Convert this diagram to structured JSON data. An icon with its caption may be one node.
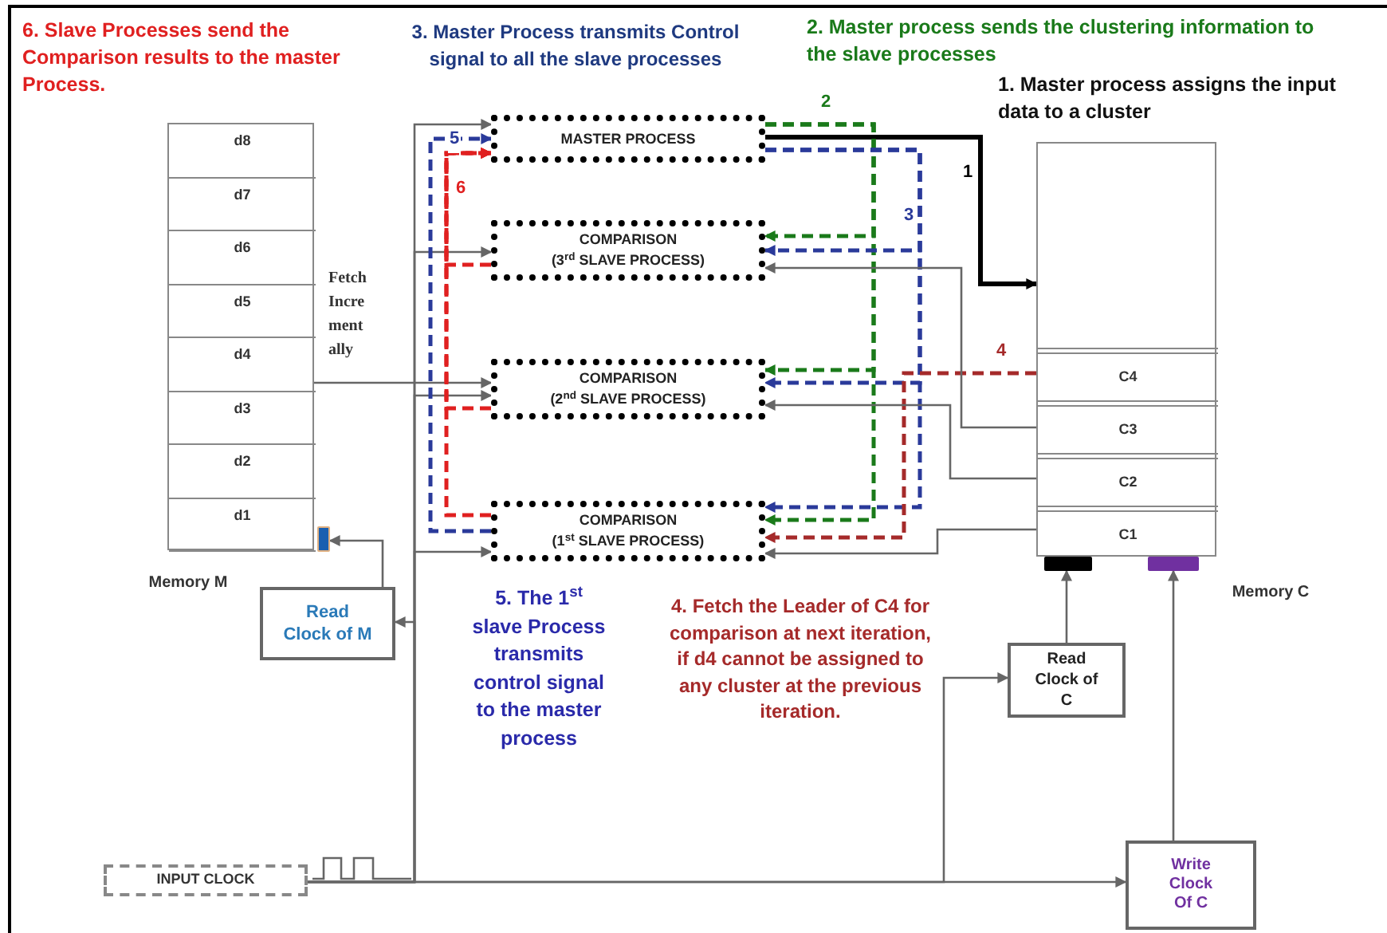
{
  "diagram": {
    "nodes": [
      {
        "text": [],
        "shape": "box",
        "beside": [
          "Memory M"
        ]
      },
      {
        "text": [
          "d8"
        ],
        "in": 0
      },
      {
        "text": [
          "d7"
        ],
        "in": 0
      },
      {
        "text": [
          "d6"
        ],
        "in": 0
      },
      {
        "text": [
          "d5"
        ],
        "in": 0
      },
      {
        "text": [
          "d4"
        ],
        "in": 0
      },
      {
        "text": [
          "d3"
        ],
        "in": 0
      },
      {
        "text": [
          "d2"
        ],
        "in": 0
      },
      {
        "text": [
          "d1"
        ],
        "in": 0
      },
      {
        "text": [],
        "shape": "bar"
      },
      {
        "text": [
          "MASTER PROCESS"
        ]
      },
      {
        "text": [
          "COMPARISON",
          "(3$^{rd}$ SLAVE PROCESS)"
        ]
      },
      {
        "text": [
          "COMPARISON",
          "(2$^{nd}$ SLAVE PROCESS)"
        ]
      },
      {
        "text": [
          "COMPARISON",
          "(1$^{st}$ SLAVE PROCESS)"
        ]
      },
      {
        "text": [],
        "shape": "box",
        "beside": [
          "Memory C"
        ]
      },
      {
        "text": [
          "C4"
        ],
        "in": 14
      },
      {
        "text": [
          "C3"
        ],
        "in": 14
      },
      {
        "text": [
          "C2"
        ],
        "in": 14
      },
      {
        "text": [
          "C1"
        ],
        "in": 14
      },
      {
        "text": [],
        "shape": "bar"
      },
      {
        "text": [],
        "shape": "bar"
      },
      {
        "text": [
          "Read Clock of M"
        ]
      },
      {
        "text": [
          "Read Clock of C"
        ]
      },
      {
        "text": [
          "Write Clock Of C"
        ]
      },
      {
        "text": [
          "INPUT CLOCK"
        ]
      }
    ],
    "edges": [
      {
        "from": 0,
        "to": 12,
        "arrow": "to",
        "label": "Fetch Incre ment ally"
      },
      {
        "from": 24,
        "to": 10,
        "arrow": "to"
      },
      {
        "from": 24,
        "to": 11,
        "arrow": "to"
      },
      {
        "from": 24,
        "to": 12,
        "arrow": "to"
      },
      {
        "from": 24,
        "to": 13,
        "arrow": "to"
      },
      {
        "from": 24,
        "to": 21,
        "arrow": "to"
      },
      {
        "from": 24,
        "to": 22,
        "arrow": "to"
      },
      {
        "from": 24,
        "to": 23,
        "arrow": "to"
      },
      {
        "from": 21,
        "to": 9,
        "arrow": "to"
      },
      {
        "from": 22,
        "to": 19,
        "arrow": "to"
      },
      {
        "from": 23,
        "to": 20,
        "arrow": "to"
      },
      {
        "from": 10,
        "to": 14,
        "arrow": "to",
        "label": "1",
        "style": "thick",
        "color": "#000000"
      },
      {
        "from": 10,
        "to": 11,
        "arrow": "to",
        "label": "2",
        "style": "dashed",
        "color": "#1a7a1a"
      },
      {
        "from": 10,
        "to": 12,
        "arrow": "to",
        "style": "dashed",
        "color": "#1a7a1a"
      },
      {
        "from": 10,
        "to": 13,
        "arrow": "to",
        "style": "dashed",
        "color": "#1a7a1a"
      },
      {
        "from": 10,
        "to": 11,
        "arrow": "to",
        "label": "3",
        "style": "dashed",
        "color": "#2a3a9a"
      },
      {
        "from": 10,
        "to": 12,
        "arrow": "to",
        "style": "dashed",
        "color": "#2a3a9a"
      },
      {
        "from": 10,
        "to": 13,
        "arrow": "to",
        "style": "dashed",
        "color": "#2a3a9a"
      },
      {
        "from": 15,
        "to": 13,
        "arrow": "to",
        "label": "4",
        "style": "dashed",
        "color": "#a52a2a"
      },
      {
        "from": 16,
        "to": 11,
        "arrow": "to"
      },
      {
        "from": 17,
        "to": 12,
        "arrow": "to"
      },
      {
        "from": 18,
        "to": 13,
        "arrow": "to"
      },
      {
        "from": 13,
        "to": 10,
        "arrow": "to",
        "label": "5",
        "style": "dashed",
        "color": "#2a3a9a"
      },
      {
        "from": 11,
        "to": 10,
        "arrow": "to",
        "label": "6",
        "style": "dashed",
        "color": "#e02020"
      },
      {
        "from": 12,
        "to": 10,
        "arrow": "to",
        "style": "dashed",
        "color": "#e02020"
      },
      {
        "from": 13,
        "to": 10,
        "arrow": "to",
        "style": "dashed",
        "color": "#e02020"
      }
    ],
    "labels": [
      "6. Slave Processes send the Comparison results to the master Process.",
      "3. Master Process transmits Control signal to all the slave processes",
      "2. Master process sends the clustering information to the slave processes",
      "1. Master process assigns the input data to a cluster",
      "5. The 1$^{st}$ slave Process transmits control signal to the master process",
      "4. Fetch the Leader of C4 for comparison at next iteration, if d4 cannot be assigned to any cluster at the previous iteration."
    ]
  }
}
